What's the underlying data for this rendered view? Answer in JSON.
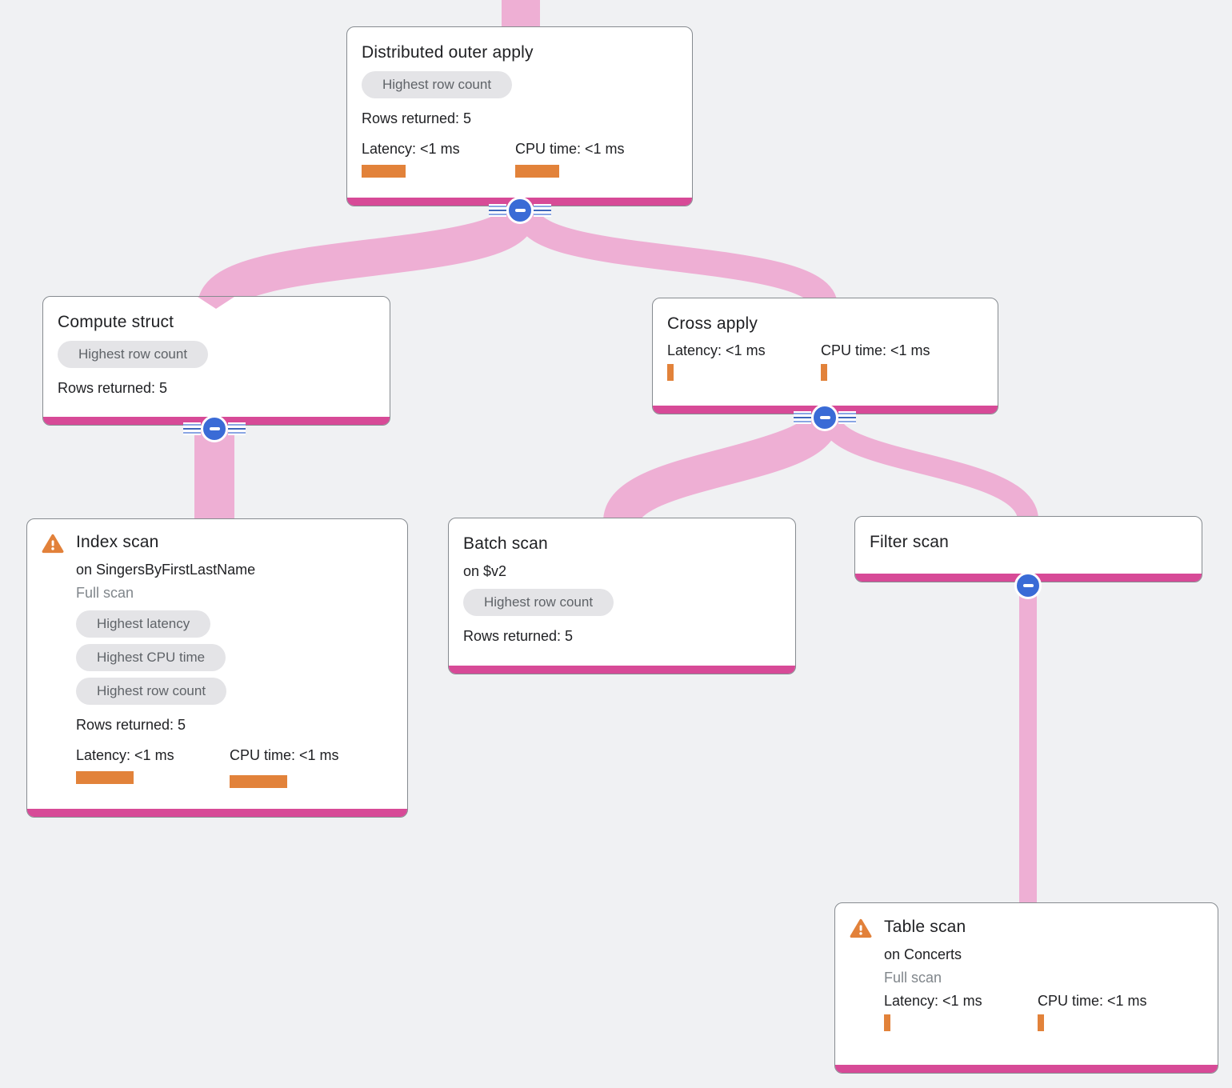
{
  "diagram": {
    "kind": "query-execution-plan-tree",
    "colors": {
      "background": "#f0f1f3",
      "edge_pink": "#eeafd4",
      "node_bottom_bar": "#d74a97",
      "metric_bar_orange": "#e2823a",
      "warning_orange": "#e2813a",
      "collapse_button_blue": "#3a6bd6",
      "badge_bg": "#e4e4e7",
      "badge_text": "#5f6368"
    },
    "nodes": {
      "distributed_outer_apply": {
        "title": "Distributed outer apply",
        "badges": [
          "Highest row count"
        ],
        "rows_returned": "Rows returned: 5",
        "metrics": [
          {
            "label": "Latency: <1 ms"
          },
          {
            "label": "CPU time: <1 ms"
          }
        ]
      },
      "compute_struct": {
        "title": "Compute struct",
        "badges": [
          "Highest row count"
        ],
        "rows_returned": "Rows returned: 5"
      },
      "cross_apply": {
        "title": "Cross apply",
        "metrics": [
          {
            "label": "Latency: <1 ms"
          },
          {
            "label": "CPU time: <1 ms"
          }
        ]
      },
      "index_scan": {
        "title": "Index scan",
        "subtitle": "on SingersByFirstLastName",
        "scan_type": "Full scan",
        "has_warning": true,
        "badges": [
          "Highest latency",
          "Highest CPU time",
          "Highest row count"
        ],
        "rows_returned": "Rows returned: 5",
        "metrics": [
          {
            "label": "Latency: <1 ms"
          },
          {
            "label": "CPU time: <1 ms"
          }
        ]
      },
      "batch_scan": {
        "title": "Batch scan",
        "subtitle": "on $v2",
        "badges": [
          "Highest row count"
        ],
        "rows_returned": "Rows returned: 5"
      },
      "filter_scan": {
        "title": "Filter scan"
      },
      "table_scan": {
        "title": "Table scan",
        "subtitle": "on Concerts",
        "scan_type": "Full scan",
        "has_warning": true,
        "metrics": [
          {
            "label": "Latency: <1 ms"
          },
          {
            "label": "CPU time: <1 ms"
          }
        ]
      }
    },
    "edges": [
      {
        "from": "parent",
        "to": "distributed_outer_apply"
      },
      {
        "from": "distributed_outer_apply",
        "to": "compute_struct"
      },
      {
        "from": "distributed_outer_apply",
        "to": "cross_apply"
      },
      {
        "from": "compute_struct",
        "to": "index_scan"
      },
      {
        "from": "cross_apply",
        "to": "batch_scan"
      },
      {
        "from": "cross_apply",
        "to": "filter_scan"
      },
      {
        "from": "filter_scan",
        "to": "table_scan"
      }
    ]
  }
}
